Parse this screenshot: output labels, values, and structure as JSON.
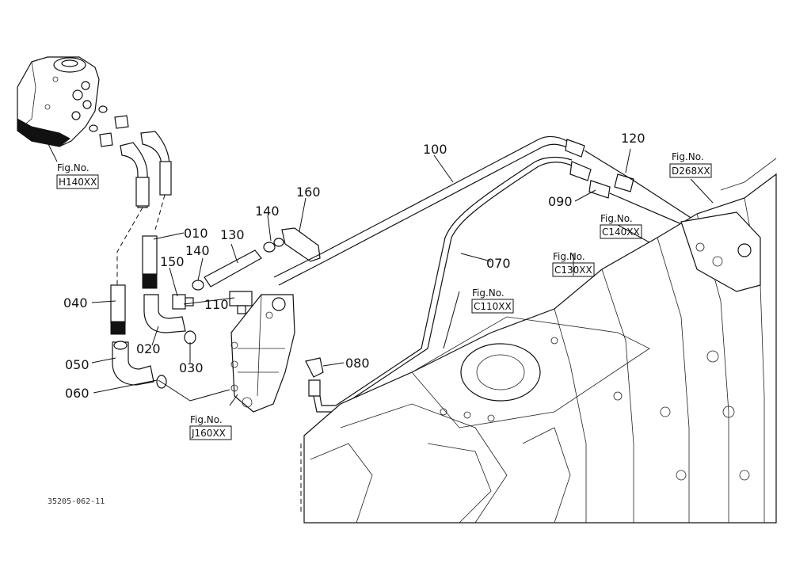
{
  "parts": {
    "p010": "010",
    "p020": "020",
    "p030": "030",
    "p040": "040",
    "p050": "050",
    "p060": "060",
    "p070": "070",
    "p080": "080",
    "p090": "090",
    "p100": "100",
    "p110": "110",
    "p120": "120",
    "p130": "130",
    "p140a": "140",
    "p140b": "140",
    "p150": "150",
    "p160": "160"
  },
  "figure_refs": {
    "h140": {
      "label": "Fig.No.",
      "code": "H140XX"
    },
    "j160": {
      "label": "Fig.No.",
      "code": "J160XX"
    },
    "c110": {
      "label": "Fig.No.",
      "code": "C110XX"
    },
    "c130": {
      "label": "Fig.No.",
      "code": "C130XX"
    },
    "c140": {
      "label": "Fig.No.",
      "code": "C140XX"
    },
    "d268": {
      "label": "Fig.No.",
      "code": "D268XX"
    }
  },
  "drawing_number": "35205-062-11"
}
